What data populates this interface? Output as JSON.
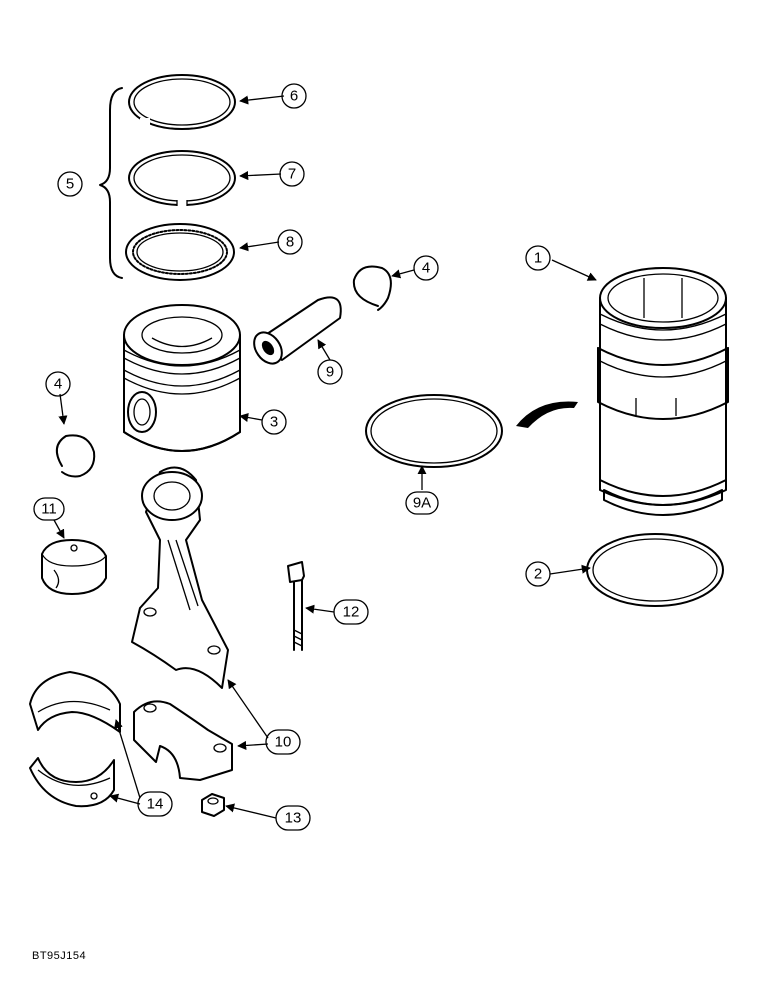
{
  "callouts": {
    "c1": "1",
    "c2": "2",
    "c3": "3",
    "c4a": "4",
    "c4b": "4",
    "c5": "5",
    "c6": "6",
    "c7": "7",
    "c8": "8",
    "c9": "9",
    "c9a": "9A",
    "c10": "10",
    "c11": "11",
    "c12": "12",
    "c13": "13",
    "c14": "14"
  },
  "figure_code": "BT95J154"
}
